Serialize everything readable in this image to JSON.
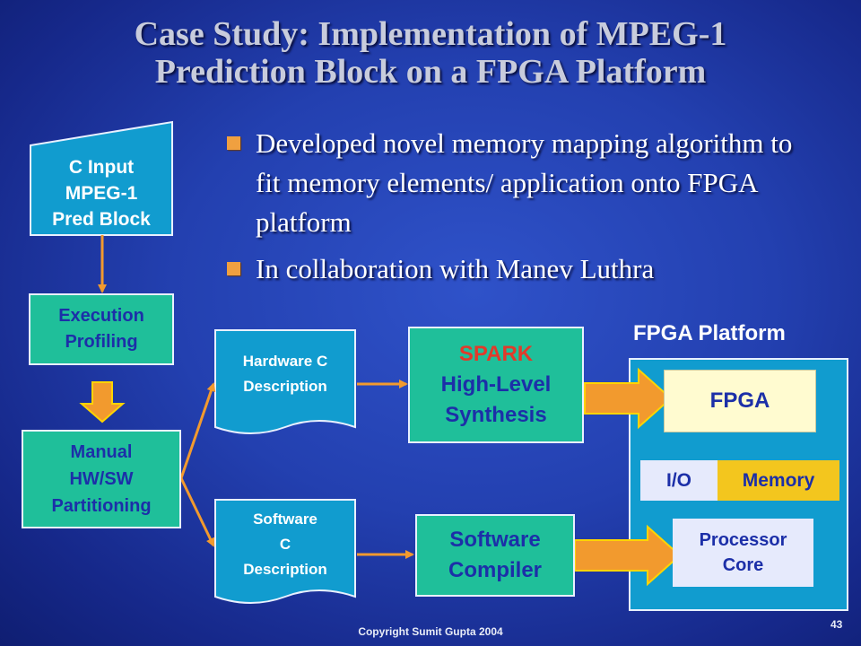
{
  "title": {
    "line1": "Case Study: Implementation of MPEG-1",
    "line2": "Prediction Block on a FPGA Platform"
  },
  "bullets": [
    "Developed novel memory mapping algorithm to fit memory elements/ application onto FPGA platform",
    "In collaboration with Manev Luthra"
  ],
  "diagram": {
    "c_input": "C Input\nMPEG-1\nPred Block",
    "execution_profiling": "Execution\nProfiling",
    "manual_partitioning": "Manual\nHW/SW\nPartitioning",
    "hardware_c": "Hardware C\nDescription",
    "software_c": "Software\nC\nDescription",
    "spark_label": "SPARK",
    "spark_rest": "High-Level\nSynthesis",
    "software_compiler": "Software\nCompiler",
    "fpga_platform_label": "FPGA Platform",
    "fpga": "FPGA",
    "io": "I/O",
    "memory": "Memory",
    "processor_core": "Processor\nCore"
  },
  "footer": {
    "copyright": "Copyright Sumit Gupta 2004",
    "page_number": "43"
  },
  "colors": {
    "teal": "#1fbf9a",
    "cyan": "#119ccf",
    "orange": "#f29a2e",
    "spark_red": "#e23a2a",
    "fpga_fill": "#fffbd0",
    "memory_fill": "#f3c61e"
  }
}
